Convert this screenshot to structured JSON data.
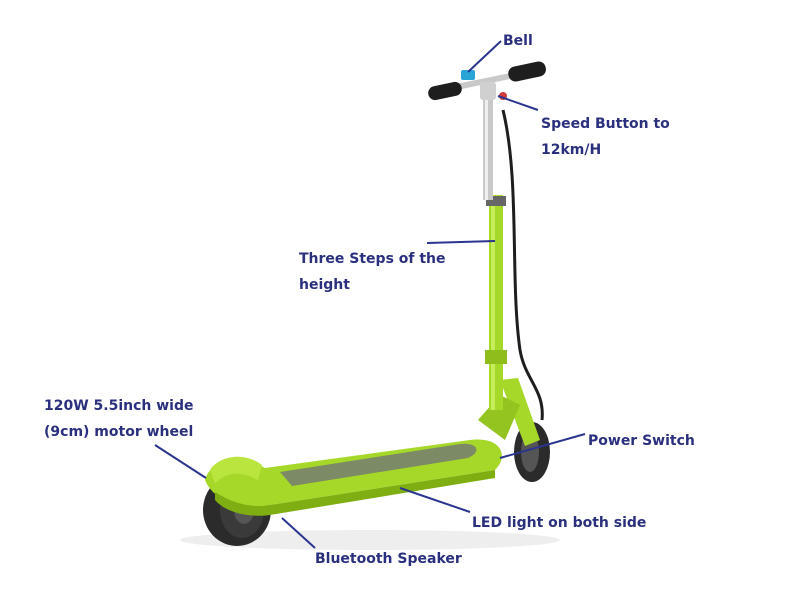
{
  "colors": {
    "label_text": "#2a2f7e",
    "pointer_line": "#2a3590",
    "scooter_green": "#a6d829",
    "scooter_green_dark": "#7fae12",
    "tire": "#2b2b2b",
    "handle_grip": "#1e1e1e",
    "stem_silver": "#c9c9c9",
    "deck_grip": "#7c8a66"
  },
  "icons": [
    "bell-icon"
  ],
  "labels": {
    "bell": "Bell",
    "speed_line1": "Speed Button to",
    "speed_line2": "12km/H",
    "height_line1": "Three Steps of the",
    "height_line2": "height",
    "motor_line1": "120W 5.5inch wide",
    "motor_line2": "(9cm) motor wheel",
    "power": "Power Switch",
    "led": "LED light on both side",
    "speaker": "Bluetooth Speaker"
  }
}
